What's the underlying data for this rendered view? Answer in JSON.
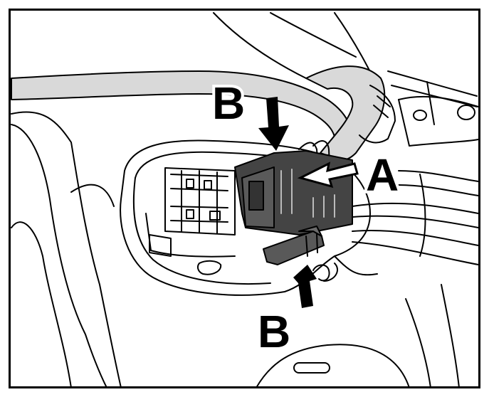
{
  "callouts": {
    "b_top": "B",
    "a_right": "A",
    "b_bottom": "B"
  },
  "colors": {
    "line": "#000000",
    "background": "#ffffff",
    "cable": "#d9d9d9",
    "connector_body": "#444444",
    "connector_release": "#595959",
    "latch_tab": "#6b6b6b"
  }
}
